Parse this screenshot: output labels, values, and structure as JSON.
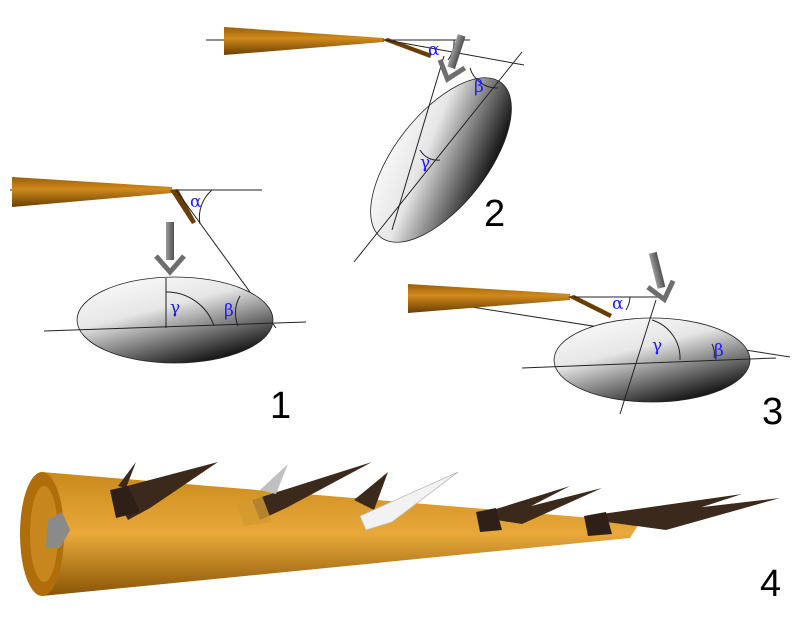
{
  "panels": [
    {
      "number": "1",
      "angles": [
        "α",
        "γ",
        "β"
      ]
    },
    {
      "number": "2",
      "angles": [
        "α",
        "β",
        "γ"
      ]
    },
    {
      "number": "3",
      "angles": [
        "α",
        "γ",
        "β"
      ]
    },
    {
      "number": "4"
    }
  ],
  "colors": {
    "probe": "#b8740c",
    "probe_dark": "#7a4a05",
    "spine": "#3b2a1c",
    "arrow": "#6e6e6e",
    "angle_text": "#1c1cff"
  }
}
